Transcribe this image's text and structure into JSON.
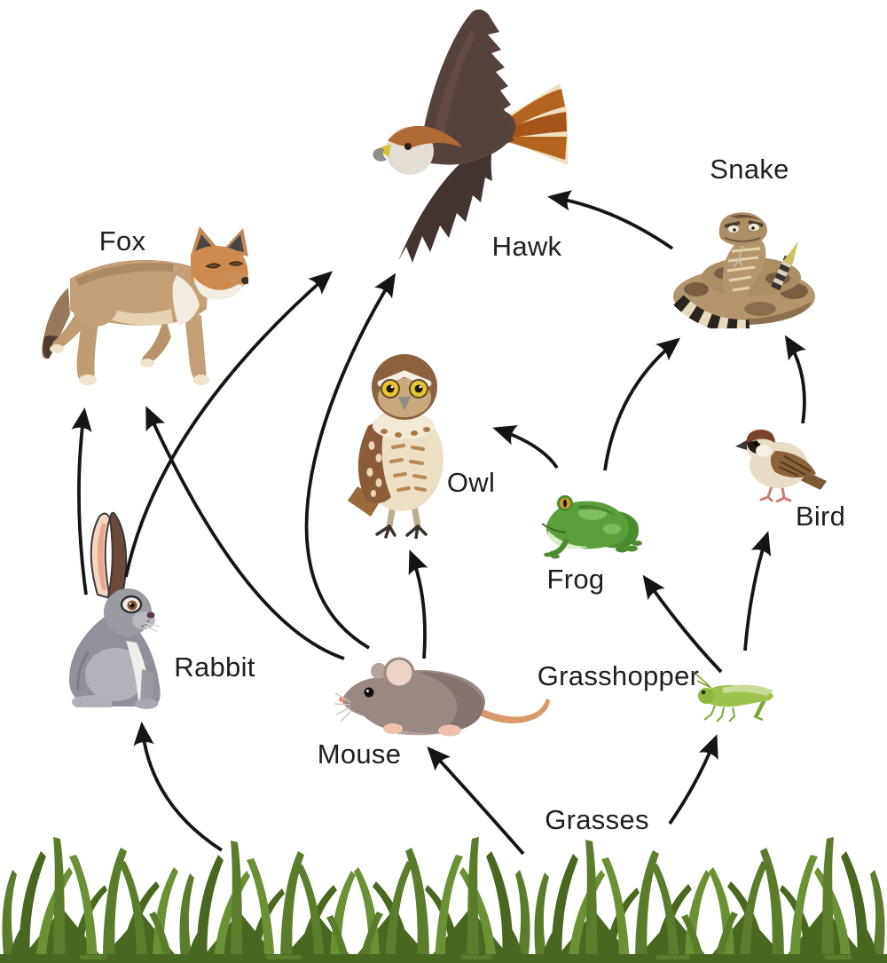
{
  "diagram": {
    "type": "food-web",
    "background": "#ffffff"
  },
  "organisms": {
    "hawk": {
      "label": "Hawk"
    },
    "snake": {
      "label": "Snake"
    },
    "fox": {
      "label": "Fox"
    },
    "owl": {
      "label": "Owl"
    },
    "frog": {
      "label": "Frog"
    },
    "bird": {
      "label": "Bird"
    },
    "rabbit": {
      "label": "Rabbit"
    },
    "mouse": {
      "label": "Mouse"
    },
    "grasshopper": {
      "label": "Grasshopper"
    },
    "grasses": {
      "label": "Grasses"
    }
  },
  "edges": [
    {
      "from": "Grasses",
      "to": "Rabbit"
    },
    {
      "from": "Grasses",
      "to": "Mouse"
    },
    {
      "from": "Grasses",
      "to": "Grasshopper"
    },
    {
      "from": "Rabbit",
      "to": "Fox"
    },
    {
      "from": "Rabbit",
      "to": "Hawk"
    },
    {
      "from": "Mouse",
      "to": "Fox"
    },
    {
      "from": "Mouse",
      "to": "Hawk"
    },
    {
      "from": "Mouse",
      "to": "Owl"
    },
    {
      "from": "Grasshopper",
      "to": "Frog"
    },
    {
      "from": "Grasshopper",
      "to": "Bird"
    },
    {
      "from": "Frog",
      "to": "Owl"
    },
    {
      "from": "Frog",
      "to": "Snake"
    },
    {
      "from": "Bird",
      "to": "Snake"
    },
    {
      "from": "Snake",
      "to": "Hawk"
    }
  ],
  "colors": {
    "arrow": "#151515",
    "label_text": "#1f1f1f",
    "grass_mid": "#5b7d2b",
    "grass_dark": "#4a671f",
    "grass_light": "#6c9135"
  }
}
